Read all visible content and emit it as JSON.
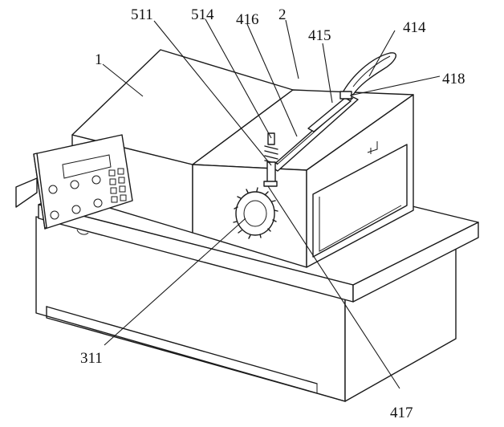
{
  "figure": {
    "labels": {
      "l1": "1",
      "l2": "2",
      "l311": "311",
      "l414": "414",
      "l415": "415",
      "l416": "416",
      "l417": "417",
      "l418": "418",
      "l511": "511",
      "l514": "514"
    }
  }
}
